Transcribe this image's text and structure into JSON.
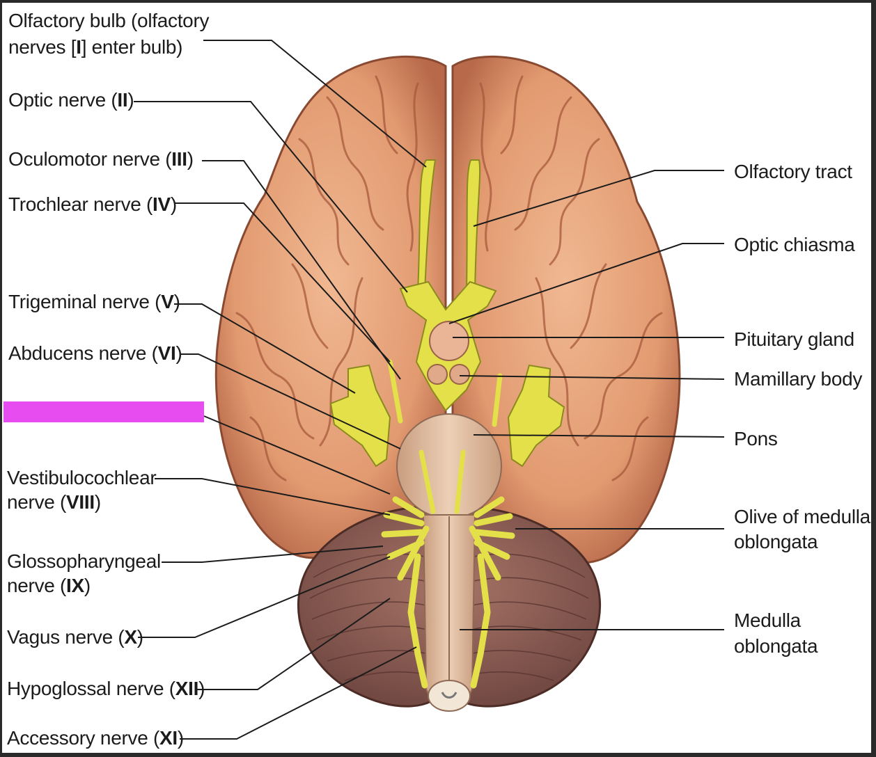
{
  "labels": {
    "olfactory_bulb_line1": "Olfactory bulb (olfactory",
    "olfactory_bulb_line2_pre": "nerves [",
    "olfactory_bulb_line2_num": "I",
    "olfactory_bulb_line2_post": "] enter bulb)",
    "optic_nerve": {
      "name": "Optic nerve (",
      "num": "II",
      "end": ")"
    },
    "oculomotor_nerve": {
      "name": "Oculomotor nerve (",
      "num": "III",
      "end": ")"
    },
    "trochlear_nerve": {
      "name": "Trochlear nerve (",
      "num": "IV",
      "end": ")"
    },
    "trigeminal_nerve": {
      "name": "Trigeminal nerve (",
      "num": "V",
      "end": ")"
    },
    "abducens_nerve": {
      "name": "Abducens nerve (",
      "num": "VI",
      "end": ")"
    },
    "vestibulocochlear_line1": "Vestibulocochlear",
    "vestibulocochlear_line2": {
      "name": "nerve (",
      "num": "VIII",
      "end": ")"
    },
    "glossopharyngeal_line1": "Glossopharyngeal",
    "glossopharyngeal_line2": {
      "name": "nerve (",
      "num": "IX",
      "end": ")"
    },
    "vagus_nerve": {
      "name": "Vagus nerve (",
      "num": "X",
      "end": ")"
    },
    "hypoglossal_nerve": {
      "name": "Hypoglossal nerve (",
      "num": "XII",
      "end": ")"
    },
    "accessory_nerve": {
      "name": "Accessory nerve (",
      "num": "XI",
      "end": ")"
    },
    "olfactory_tract": "Olfactory tract",
    "optic_chiasma": "Optic chiasma",
    "pituitary_gland": "Pituitary gland",
    "mamillary_body": "Mamillary body",
    "pons": "Pons",
    "olive_line1": "Olive of medulla",
    "olive_line2": "oblongata",
    "medulla_line1": "Medulla",
    "medulla_line2": "oblongata"
  },
  "colors": {
    "cerebrum": "#e8a77e",
    "cerebrum_shade": "#c97a57",
    "cerebellum": "#9c6a5e",
    "nerve": "#e3e04a",
    "stem": "#d9b79a",
    "redaction": "#e64cf0",
    "leader": "#1b1b1b"
  }
}
